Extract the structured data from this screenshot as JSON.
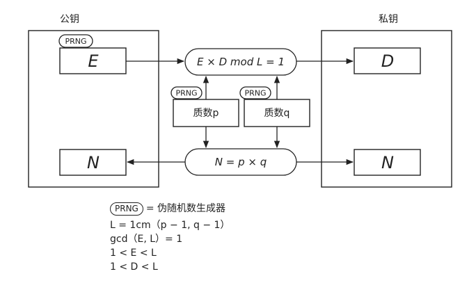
{
  "public_key": {
    "title": "公钥",
    "prng_badge": "PRNG",
    "var_e": "E",
    "var_n": "N"
  },
  "private_key": {
    "title": "私钥",
    "var_d": "D",
    "var_n": "N"
  },
  "center": {
    "top_equation": "E × D  mod  L = 1",
    "bottom_equation": "N = p × q",
    "prime_p": "质数p",
    "prime_q": "质数q",
    "prng_p": "PRNG",
    "prng_q": "PRNG"
  },
  "legend": {
    "badge": "PRNG",
    "badge_meaning": "= 伪随机数生成器",
    "line1": "L = 1cm（p − 1, q − 1）",
    "line2": "gcd（E, L）= 1",
    "line3": "1 < E < L",
    "line4": "1 < D < L"
  }
}
